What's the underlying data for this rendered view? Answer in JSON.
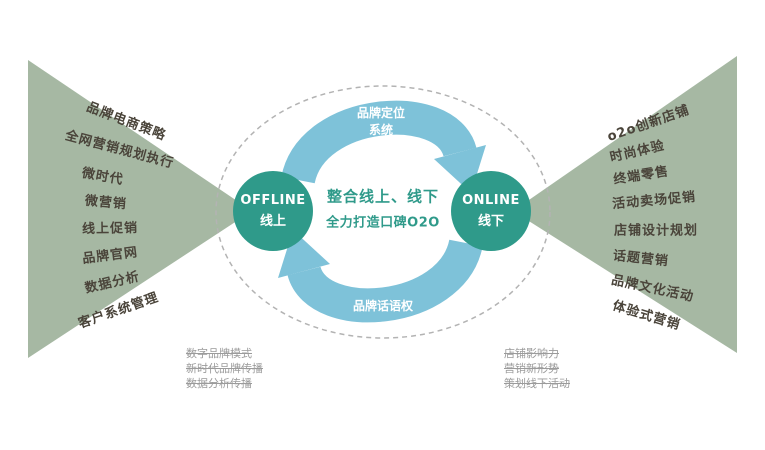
{
  "headline": {
    "line1": "整合线上、线下",
    "line2": "全力打造口碑O2O"
  },
  "circles": {
    "left": {
      "en": "OFFLINE",
      "zh": "线上"
    },
    "right": {
      "en": "ONLINE",
      "zh": "线下"
    }
  },
  "arrows": {
    "top": {
      "line1": "品牌定位",
      "line2": "系统"
    },
    "bottom": {
      "label": "品牌话语权"
    }
  },
  "fans": {
    "left": [
      "品牌电商策略",
      "全网营销规划执行",
      "微时代",
      "微营销",
      "线上促销",
      "品牌官网",
      "数据分析",
      "客户系统管理"
    ],
    "right": [
      "o2o创新店铺",
      "时尚体验",
      "终端零售",
      "活动卖场促销",
      "店铺设计规划",
      "话题营销",
      "品牌文化活动",
      "体验式营销"
    ]
  },
  "footnotes": {
    "left": [
      "数字品牌模式",
      "新时代品牌传播",
      "数据分析传播"
    ],
    "right": [
      "店铺影响力",
      "营销新形势",
      "策划线下活动"
    ]
  },
  "colors": {
    "fan": "#a6b8a3",
    "circle": "#2f9a8a",
    "arrow": "#7ec2d9",
    "dash": "#b3b3b3",
    "fan_text": "#4a443a",
    "accent_text": "#2f9a8a",
    "footnote": "#9b9b9b"
  }
}
